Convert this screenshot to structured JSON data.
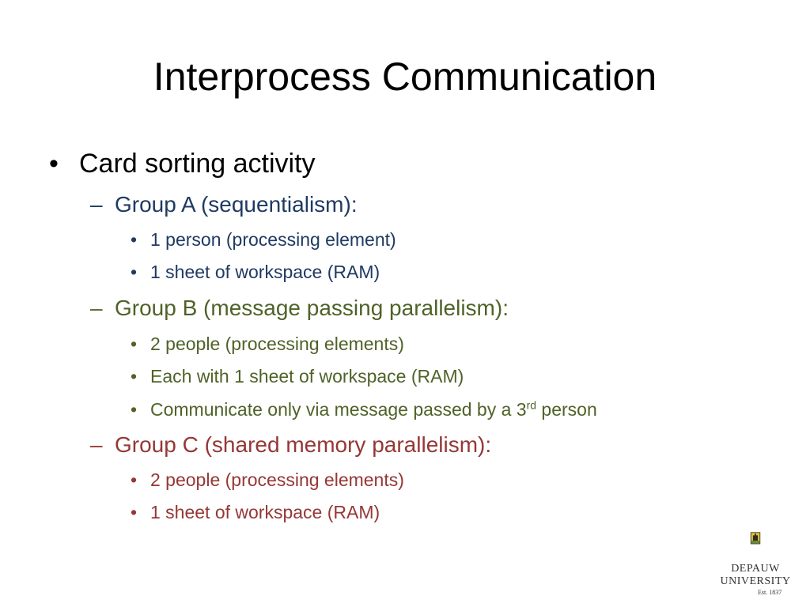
{
  "slide": {
    "title": "Interprocess Communication",
    "bullets": {
      "level1": {
        "marker": "•",
        "text": "Card sorting activity"
      },
      "groupA": {
        "marker": "–",
        "text": "Group A (sequentialism):",
        "color": "#1f3a63",
        "items": [
          "1 person (processing element)",
          "1 sheet of workspace (RAM)"
        ]
      },
      "groupB": {
        "marker": "–",
        "text": "Group B (message passing parallelism):",
        "color": "#4f6228",
        "items": [
          "2 people (processing elements)",
          "Each with 1 sheet of workspace (RAM)"
        ],
        "item3_before": "Communicate only via message passed by a 3",
        "item3_sup": "rd",
        "item3_after": " person"
      },
      "groupC": {
        "marker": "–",
        "text": "Group C (shared memory parallelism):",
        "color": "#953735",
        "items": [
          "2 people (processing elements)",
          "1 sheet of workspace (RAM)"
        ]
      },
      "sub_marker": "•"
    }
  },
  "logo": {
    "line1": "DEPAUW",
    "line2": "UNIVERSITY",
    "line3": "Est. 1837",
    "icon": "university-building-icon"
  }
}
